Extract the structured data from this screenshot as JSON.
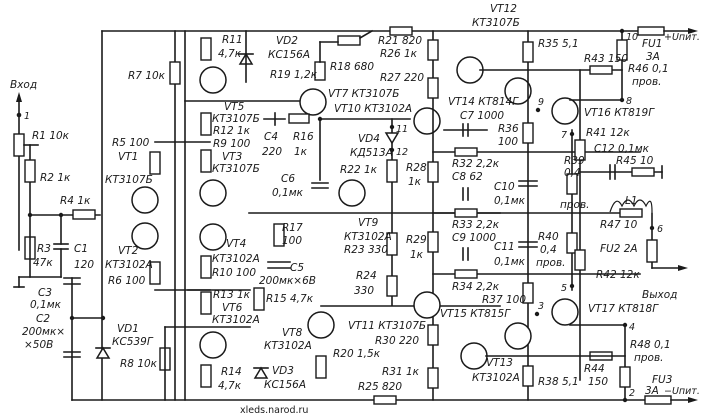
{
  "schematic": {
    "input_label": "Вход",
    "output_label": "Выход",
    "watermark": "xleds.narod.ru",
    "supply_plus": "+Uпит.",
    "supply_minus": "−Uпит.",
    "nodes": [
      "1",
      "2",
      "3",
      "4",
      "5",
      "6",
      "7",
      "8",
      "9",
      "10",
      "11",
      "12"
    ],
    "resistors": {
      "R1": "R1 10к",
      "R2": "R2 1к",
      "R3a": "R3",
      "R3b": "47к",
      "R4": "R4 1к",
      "R5": "R5 100",
      "R6": "R6 100",
      "R7": "R7 10к",
      "R8": "R8 10к",
      "R9": "R9 100",
      "R10": "R10 100",
      "R11a": "R11",
      "R11b": "4,7к",
      "R12": "R12 1к",
      "R13": "R13 1к",
      "R14a": "R14",
      "R14b": "4,7к",
      "R15": "R15 4,7к",
      "R16a": "R16",
      "R16b": "1к",
      "R17a": "R17",
      "R17b": "100",
      "R18": "R18 680",
      "R19": "R19 1,2к",
      "R20": "R20 1,5к",
      "R21": "R21 820",
      "R22": "R22 1к",
      "R23": "R23 330",
      "R24a": "R24",
      "R24b": "330",
      "R25": "R25 820",
      "R26": "R26 1к",
      "R27": "R27 220",
      "R28a": "R28",
      "R28b": "1к",
      "R29a": "R29",
      "R29b": "1к",
      "R30": "R30 220",
      "R31": "R31 1к",
      "R32": "R32 2,2к",
      "R33": "R33 2,2к",
      "R34": "R34 2,2к",
      "R35": "R35 5,1",
      "R36a": "R36",
      "R36b": "100",
      "R37": "R37 100",
      "R38": "R38 5,1",
      "R39a": "R39",
      "R39b": "0,4",
      "R39c": "пров.",
      "R40a": "R40",
      "R40b": "0,4",
      "R40c": "пров.",
      "R41": "R41 12к",
      "R42": "R42 12к",
      "R43": "R43 150",
      "R44a": "R44",
      "R44b": "150",
      "R45": "R45 10",
      "R46a": "R46 0,1",
      "R46b": "пров.",
      "R47": "R47 10",
      "R48a": "R48 0,1",
      "R48b": "пров."
    },
    "capacitors": {
      "C1a": "C1",
      "C1b": "120",
      "C2a": "C2",
      "C2b": "200мк×",
      "C2c": "×50В",
      "C3a": "C3",
      "C3b": "0,1мк",
      "C4a": "C4",
      "C4b": "220",
      "C5a": "C5",
      "C5b": "200мк×6В",
      "C6a": "C6",
      "C6b": "0,1мк",
      "C7": "C7 1000",
      "C8": "C8 62",
      "C9": "C9 1000",
      "C10a": "C10",
      "C10b": "0,1мк",
      "C11a": "C11",
      "C11b": "0,1мк",
      "C12": "C12 0,1мк"
    },
    "diodes": {
      "VD1a": "VD1",
      "VD1b": "КС539Г",
      "VD2a": "VD2",
      "VD2b": "КС156А",
      "VD3a": "VD3",
      "VD3b": "КС156А",
      "VD4a": "VD4",
      "VD4b": "КД513А"
    },
    "transistors": {
      "VT1a": "VT1",
      "VT1b": "КТ3107Б",
      "VT2a": "VT2",
      "VT2b": "КТ3102А",
      "VT3a": "VT3",
      "VT3b": "КТ3107Б",
      "VT4a": "VT4",
      "VT4b": "КТ3102А",
      "VT5a": "VT5",
      "VT5b": "КТ3107Б",
      "VT6a": "VT6",
      "VT6b": "КТ3102А",
      "VT7": "VT7  КТ3107Б",
      "VT8a": "VT8",
      "VT8b": "КТ3102А",
      "VT9a": "VT9",
      "VT9b": "КТ3102А",
      "VT10": "VT10  КТ3102А",
      "VT11": "VT11  КТ3107Б",
      "VT12a": "VT12",
      "VT12b": "КТ3107Б",
      "VT13a": "VT13",
      "VT13b": "КТ3102А",
      "VT14": "VT14  КТ814Г",
      "VT15": "VT15  КТ815Г",
      "VT16": "VT16  КТ819Г",
      "VT17": "VT17  КТ818Г"
    },
    "fuses": {
      "FU1a": "FU1",
      "FU1b": "3А",
      "FU2": "FU2  2А",
      "FU3a": "FU3",
      "FU3b": "3А"
    },
    "inductors": {
      "L1": "L1"
    }
  }
}
